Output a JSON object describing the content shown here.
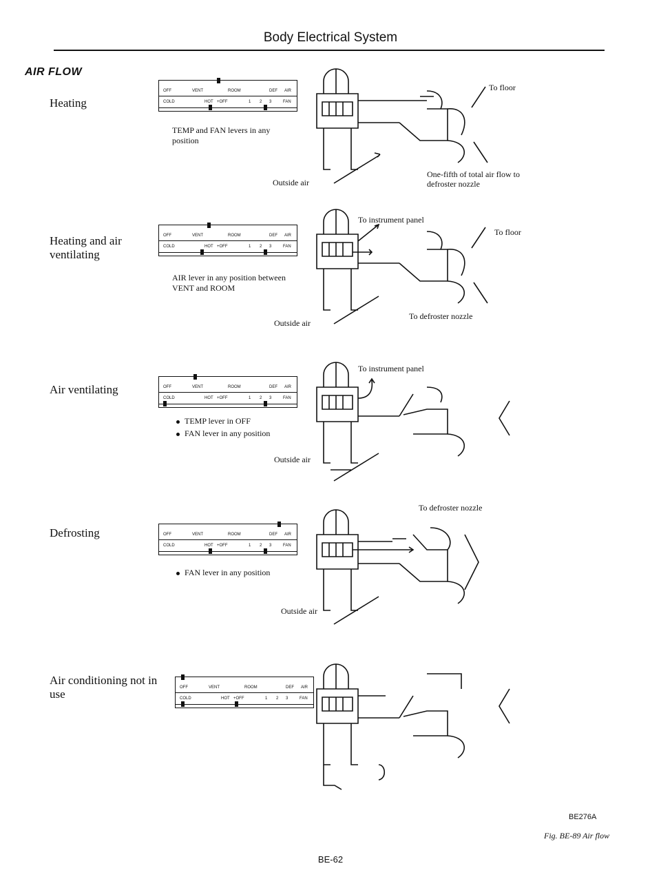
{
  "header": {
    "title": "Body Electrical System"
  },
  "section_title": "AIR FLOW",
  "panel_labels": {
    "off": "OFF",
    "vent": "VENT",
    "room": "ROOM",
    "def": "DEF",
    "air": "AIR",
    "cold": "COLD",
    "hot": "HOT",
    "plus_off": "+OFF",
    "n1": "1",
    "n2": "2",
    "n3": "3",
    "fan": "FAN"
  },
  "modes": [
    {
      "label": "Heating",
      "notes": [
        "TEMP and FAN levers in any position"
      ],
      "diagram_labels": {
        "outside_air": "Outside air",
        "to_floor": "To floor",
        "one_fifth": "One-fifth of total air flow to defroster nozzle"
      }
    },
    {
      "label": "Heating and air ventilating",
      "notes": [
        "AIR lever in any position between VENT and ROOM"
      ],
      "diagram_labels": {
        "outside_air": "Outside air",
        "to_instrument_panel": "To instrument panel",
        "to_floor": "To floor",
        "to_defroster": "To defroster nozzle"
      }
    },
    {
      "label": "Air ventilating",
      "notes": [
        "TEMP lever in OFF",
        "FAN lever in any position"
      ],
      "diagram_labels": {
        "outside_air": "Outside air",
        "to_instrument_panel": "To instrument panel"
      }
    },
    {
      "label": "Defrosting",
      "notes": [
        "FAN lever in any position"
      ],
      "diagram_labels": {
        "outside_air": "Outside air",
        "to_defroster": "To defroster nozzle"
      }
    },
    {
      "label": "Air conditioning not in use",
      "notes": [],
      "diagram_labels": {}
    }
  ],
  "footer": {
    "ref_code": "BE276A",
    "fig_caption": "Fig. BE-89 Air flow",
    "page_number": "BE-62"
  }
}
